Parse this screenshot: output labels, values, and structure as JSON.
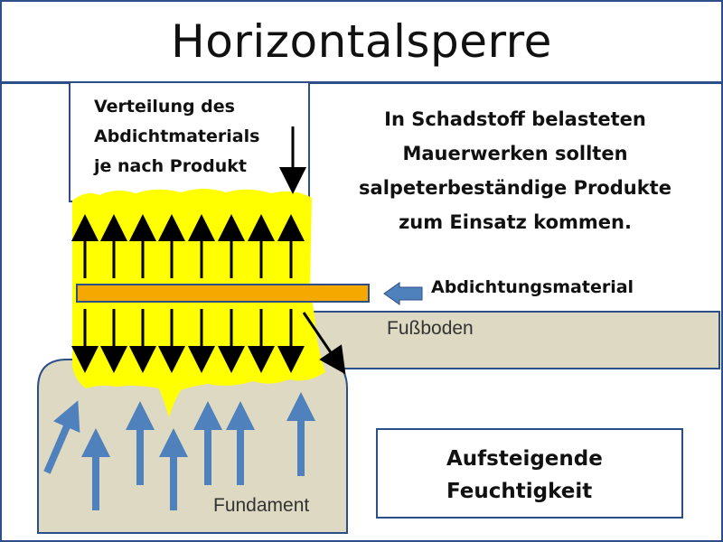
{
  "title": "Horizontalsperre",
  "info_text": [
    "In Schadstoff belasteten",
    "Mauerwerken sollten",
    "salpeterbeständige Produkte",
    "zum Einsatz kommen."
  ],
  "distribution_label": [
    "Verteilung des",
    "Abdichtmaterials",
    "je nach Produkt"
  ],
  "material_label": "Abdichtungsmaterial",
  "floor_label": "Fußboden",
  "foundation_label": "Fundament",
  "moisture_label": [
    "Aufsteigende",
    "Feuchtigkeit"
  ],
  "colors": {
    "frame": "#2c4f8a",
    "sealant_zone": "#ffff00",
    "material_bar": "#f5a800",
    "foundation": "#ddd9c3",
    "floor": "#ddd9c3",
    "moisture_arrows": "#4f81bd",
    "distribution_arrows": "#000000",
    "text": "#111111"
  },
  "icons": {
    "up_arrows": "arrow-up-icon",
    "down_arrows": "arrow-down-icon",
    "pointer": "arrow-left-icon",
    "moisture": "arrow-up-icon"
  }
}
